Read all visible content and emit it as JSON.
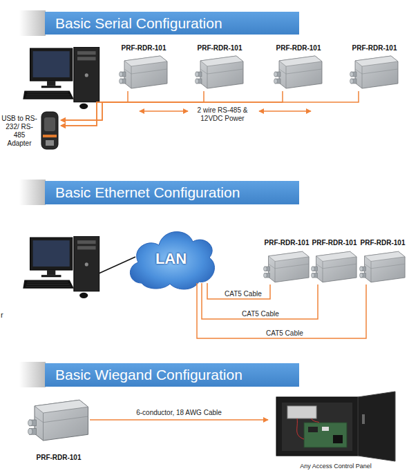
{
  "diagram": {
    "nodes": [
      {
        "text": [
          "Basic Serial Configuration"
        ]
      },
      {
        "text": [
          "PRF-RDR-101"
        ]
      },
      {
        "text": [
          "PRF-RDR-101"
        ]
      },
      {
        "text": [
          "PRF-RDR-101"
        ]
      },
      {
        "text": [
          "PRF-RDR-101"
        ]
      },
      {
        "text": [
          "USB to RS-232/ RS-485 Adapter"
        ]
      },
      {
        "text": [
          "Basic Ethernet Configuration"
        ]
      },
      {
        "text": [
          "LAN"
        ]
      },
      {
        "text": [
          "PRF-RDR-101"
        ]
      },
      {
        "text": [
          "PRF-RDR-101"
        ]
      },
      {
        "text": [
          "PRF-RDR-101"
        ]
      },
      {
        "text": [
          "Basic Wiegand Configuration"
        ]
      },
      {
        "text": [
          "PRF-RDR-101"
        ]
      },
      {
        "text": [
          "Any Access Control Panel"
        ]
      }
    ],
    "edges": [
      {
        "from": 1,
        "to": 5,
        "arrow": "to"
      },
      {
        "from": 2,
        "to": 5,
        "arrow": "to"
      },
      {
        "from": 3,
        "to": 5,
        "arrow": "to"
      },
      {
        "from": 4,
        "to": 5,
        "arrow": "to"
      },
      {
        "from": 7,
        "to": 8,
        "label": "CAT5 Cable",
        "arrow": "none"
      },
      {
        "from": 7,
        "to": 9,
        "label": "CAT5 Cable",
        "arrow": "none"
      },
      {
        "from": 7,
        "to": 10,
        "label": "CAT5 Cable",
        "arrow": "none"
      },
      {
        "from": 12,
        "to": 13,
        "label": "6-conductor, 18 AWG Cable",
        "arrow": "to"
      }
    ],
    "labels": [
      "2 wire RS-485 & 12VDC Power",
      "r"
    ]
  }
}
